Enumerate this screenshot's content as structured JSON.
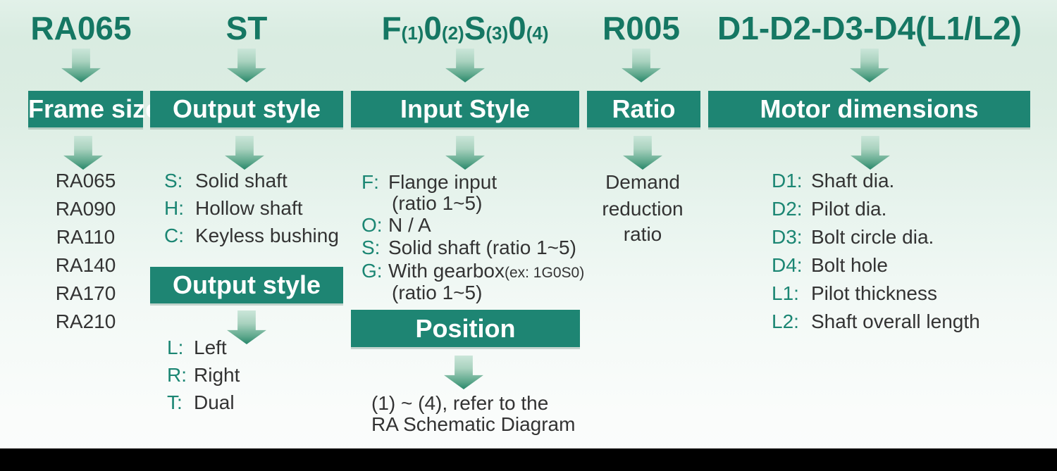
{
  "colors": {
    "banner_teal": "#1e8573",
    "header_text_teal": "#157763",
    "prefix_teal": "#1b8673",
    "body_text": "#333333",
    "arrow_gradient_top": "#cbe6d9",
    "arrow_gradient_bottom": "#28876b",
    "background_top": "#d9ece1",
    "background_bottom": "#fbfdfc",
    "footer_bar": "#000000"
  },
  "columns": [
    {
      "code": "RA065",
      "banner": "Frame size",
      "items": [
        "RA065",
        "RA090",
        "RA110",
        "RA140",
        "RA170",
        "RA210"
      ]
    },
    {
      "code": "ST",
      "banner": "Output style",
      "items": [
        {
          "prefix": "S:",
          "text": "Solid shaft"
        },
        {
          "prefix": "H:",
          "text": "Hollow shaft"
        },
        {
          "prefix": "C:",
          "text": "Keyless bushing"
        }
      ],
      "sub_banner": "Output style",
      "sub_items": [
        {
          "prefix": "L:",
          "text": "Left"
        },
        {
          "prefix": "R:",
          "text": "Right"
        },
        {
          "prefix": "T:",
          "text": "Dual"
        }
      ]
    },
    {
      "code_parts": [
        {
          "main": "F",
          "sub": "(1)"
        },
        {
          "main": "0",
          "sub": "(2)"
        },
        {
          "main": "S",
          "sub": "(3)"
        },
        {
          "main": "0",
          "sub": "(4)"
        }
      ],
      "banner": "Input Style",
      "items": [
        {
          "prefix": "F:",
          "text": "Flange input"
        },
        {
          "cont": "(ratio 1~5)"
        },
        {
          "prefix": "O:",
          "text": "N / A"
        },
        {
          "prefix": "S:",
          "text": "Solid shaft (ratio 1~5)"
        },
        {
          "prefix": "G:",
          "text": "With gearbox",
          "note": "(ex: 1G0S0)"
        },
        {
          "cont": "(ratio 1~5)"
        }
      ],
      "sub_banner": "Position",
      "note_lines": [
        "(1) ~ (4), refer to the",
        "RA Schematic Diagram"
      ]
    },
    {
      "code": "R005",
      "banner": "Ratio",
      "lines": [
        "Demand",
        "reduction",
        "ratio"
      ]
    },
    {
      "code": "D1-D2-D3-D4(L1/L2)",
      "banner": "Motor dimensions",
      "items": [
        {
          "prefix": "D1:",
          "text": "Shaft dia."
        },
        {
          "prefix": "D2:",
          "text": "Pilot dia."
        },
        {
          "prefix": "D3:",
          "text": "Bolt circle dia."
        },
        {
          "prefix": "D4:",
          "text": "Bolt hole"
        },
        {
          "prefix": "L1:",
          "text": "Pilot thickness"
        },
        {
          "prefix": "L2:",
          "text": "Shaft overall length"
        }
      ]
    }
  ]
}
